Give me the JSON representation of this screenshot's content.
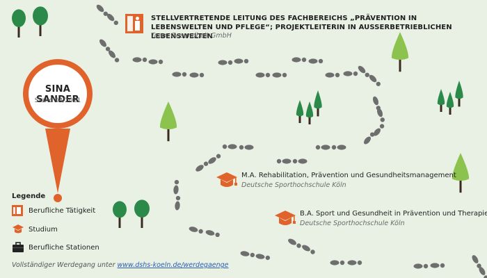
{
  "job": {
    "title": "STELLVERTRETENDE LEITUNG DES FACHBEREICHS „PRÄVENTION IN LEBENSWELTEN UND PFLEGE“; PROJEKTLEITERIN IN AUSSERBETRIEBLICHEN LEBENSWELTEN",
    "organization": "Team Gesundheit GmbH",
    "icon": "door-person-icon"
  },
  "person": {
    "name": "SINA SANDER",
    "stand": "Stand 04/2021"
  },
  "education": [
    {
      "title": "M.A. Rehabilitation, Prävention und Gesundheitsmanagement",
      "institution": "Deutsche Sporthochschule Köln",
      "icon": "graduation-cap-icon"
    },
    {
      "title": "B.A. Sport und Gesundheit in Prävention und Therapie",
      "institution": "Deutsche Sporthochschule Köln",
      "icon": "graduation-cap-icon"
    }
  ],
  "legend": {
    "heading": "Legende",
    "items": [
      {
        "label": "Berufliche Tätigkeit",
        "icon": "door-person-icon"
      },
      {
        "label": "Studium",
        "icon": "graduation-cap-icon"
      },
      {
        "label": "Berufliche Stationen",
        "icon": "briefcase-icon"
      }
    ]
  },
  "footer": {
    "prefix": "Vollständiger Werdegang unter ",
    "link": "www.dshs-koeln.de/werdegaenge"
  },
  "colors": {
    "background": "#e8f1e3",
    "accent": "#e0632c",
    "footprint": "#6e6e6e",
    "tree_dark": "#2b8a4a",
    "tree_light": "#8cc34f",
    "trunk": "#3a2b1e",
    "link": "#2a5db0"
  }
}
